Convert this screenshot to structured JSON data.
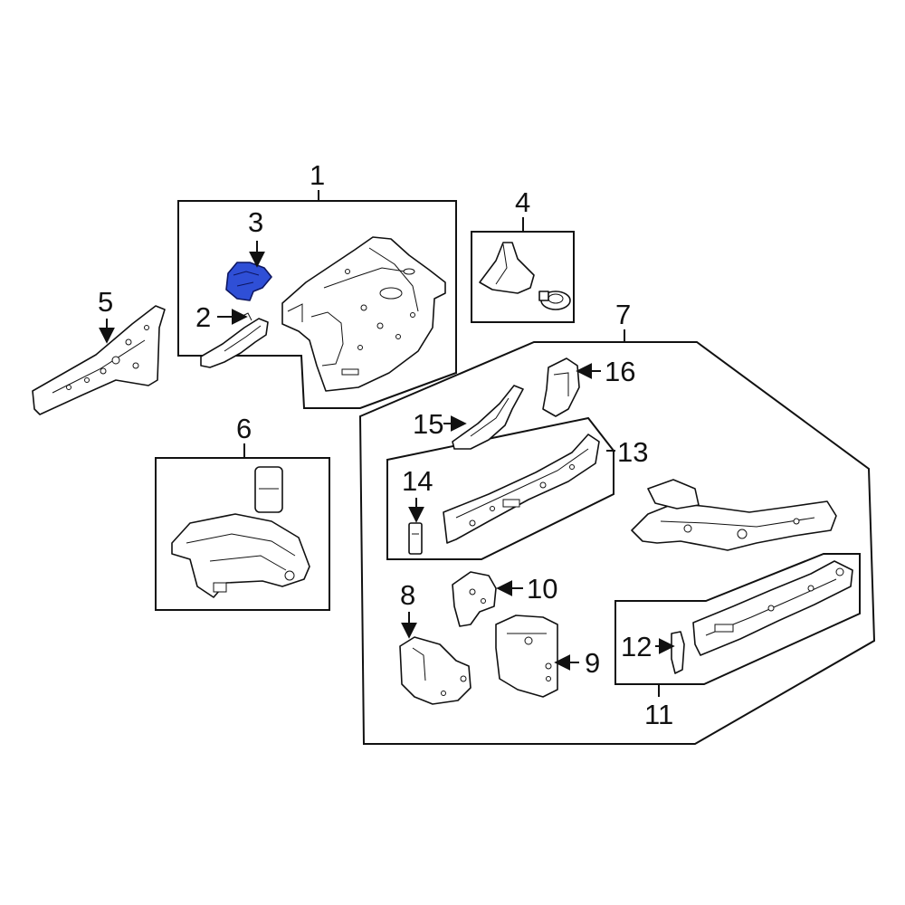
{
  "highlight_color": "#2f4fd6",
  "callouts": {
    "c1": "1",
    "c2": "2",
    "c3": "3",
    "c4": "4",
    "c5": "5",
    "c6": "6",
    "c7": "7",
    "c8": "8",
    "c9": "9",
    "c10": "10",
    "c11": "11",
    "c12": "12",
    "c13": "13",
    "c14": "14",
    "c15": "15",
    "c16": "16"
  },
  "highlighted_part": "3"
}
